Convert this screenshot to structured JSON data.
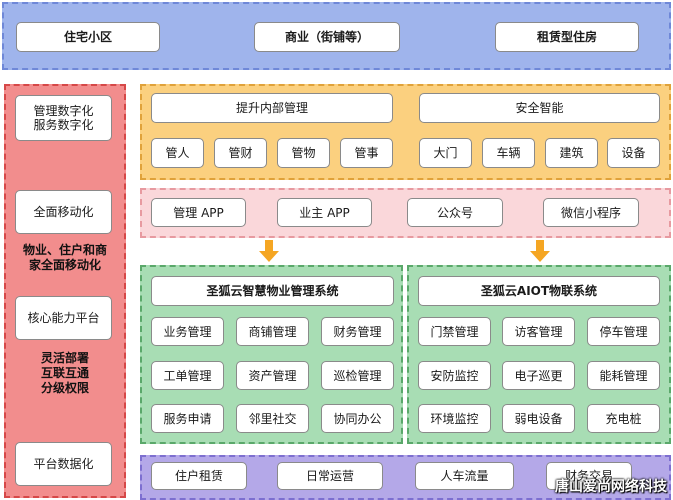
{
  "top_row": [
    "住宅小区",
    "商业（街铺等）",
    "租赁型住房"
  ],
  "left_column": {
    "item1_line1": "管理数字化",
    "item1_line2": "服务数字化",
    "item2": "全面移动化",
    "text1_line1": "物业、住户和商",
    "text1_line2": "家全面移动化",
    "item3": "核心能力平台",
    "text2_lines": [
      "灵活部署",
      "互联互通",
      "分级权限"
    ],
    "item4": "平台数据化"
  },
  "orange_panel": {
    "left_title": "提升内部管理",
    "left_items": [
      "管人",
      "管财",
      "管物",
      "管事"
    ],
    "right_title": "安全智能",
    "right_items": [
      "大门",
      "车辆",
      "建筑",
      "设备"
    ]
  },
  "pink_panel": {
    "items": [
      "管理 APP",
      "业主 APP",
      "公众号",
      "微信小程序"
    ]
  },
  "green_left": {
    "title": "圣狐云智慧物业管理系统",
    "items": [
      "业务管理",
      "商铺管理",
      "财务管理",
      "工单管理",
      "资产管理",
      "巡检管理",
      "服务申请",
      "邻里社交",
      "协同办公"
    ]
  },
  "green_right": {
    "title": "圣狐云AIOT物联系统",
    "items": [
      "门禁管理",
      "访客管理",
      "停车管理",
      "安防监控",
      "电子巡更",
      "能耗管理",
      "环境监控",
      "弱电设备",
      "充电桩"
    ]
  },
  "bottom_row": [
    "住户租赁",
    "日常运营",
    "人车流量",
    "财务交易"
  ],
  "watermark": "唐山爱尚网络科技",
  "colors": {
    "top_bg": "#9fb4ec",
    "left_bg": "#f28d8d",
    "orange_bg": "#fbd07f",
    "pink_bg": "#fad7da",
    "green_bg": "#a8ddb4",
    "bottom_bg": "#b4a8e8",
    "arrow": "#f5a623"
  }
}
